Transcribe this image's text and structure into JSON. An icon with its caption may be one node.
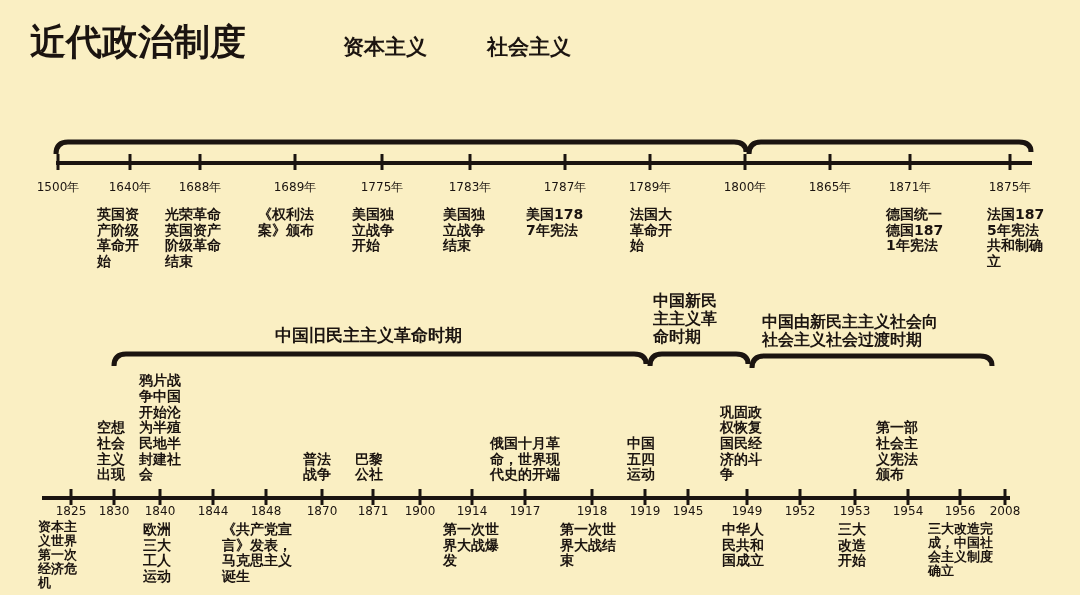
{
  "diagram": {
    "title": "近代政治制度",
    "labels": [
      "资本主义",
      "社会主义",
      "1500年",
      "1640年",
      "1688年",
      "1689年",
      "1775年",
      "1783年",
      "1787年",
      "1789年",
      "1800年",
      "1865年",
      "1871年",
      "1875年",
      "英国资产阶级革命开始",
      "光荣革命英国资产阶级革命结束",
      "《权利法案》颁布",
      "美国独立战争开始",
      "美国独立战争结束",
      "美国1787年宪法",
      "法国大革命开始",
      "德国统一德国1871年宪法",
      "法国1875年宪法共和制确立",
      "中国旧民主主义革命时期",
      "中国新民主主义革命时期",
      "中国由新民主主义社会向社会主义社会过渡时期",
      "空想社会主义出现",
      "鸦片战争中国开始沦为半殖民地半封建社会",
      "普法战争",
      "巴黎公社",
      "俄国十月革命，世界现代史的开端",
      "中国五四运动",
      "巩固政权恢复国民经济的斗争",
      "第一部社会主义宪法颁布",
      "1825",
      "1830",
      "1840",
      "1844",
      "1848",
      "1870",
      "1871",
      "1900",
      "1914",
      "1917",
      "1918",
      "1919",
      "1945",
      "1949",
      "1952",
      "1953",
      "1954",
      "1956",
      "2008",
      "资本主义世界第一次经济危机",
      "欧洲三大工人运动",
      "《共产党宣言》发表，马克思主义诞生",
      "第一次世界大战爆发",
      "第一次世界大战结束",
      "中华人民共和国成立",
      "三大改造开始",
      "三大改造完成，中国社会主义制度确立"
    ]
  }
}
